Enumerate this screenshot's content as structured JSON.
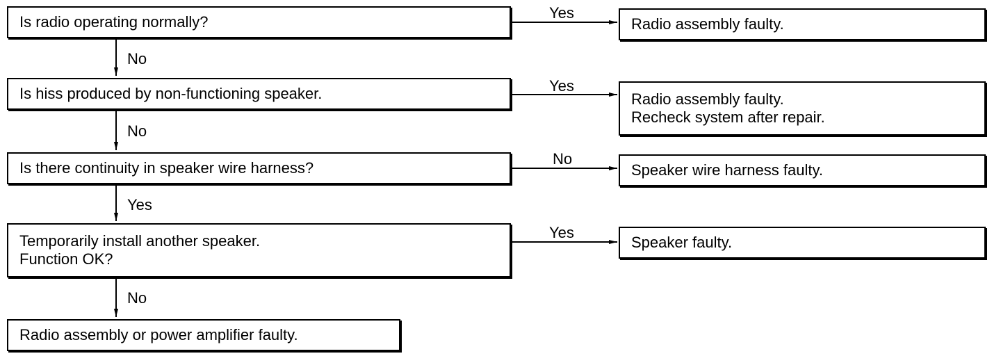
{
  "questions": [
    {
      "lines": [
        "Is radio operating normally?"
      ]
    },
    {
      "lines": [
        "Is hiss produced by non-functioning speaker."
      ]
    },
    {
      "lines": [
        "Is there continuity in speaker wire harness?"
      ]
    },
    {
      "lines": [
        "Temporarily install another speaker.",
        "Function OK?"
      ]
    },
    {
      "lines": [
        "Radio assembly or power amplifier faulty."
      ]
    }
  ],
  "results": [
    {
      "lines": [
        "Radio assembly faulty."
      ]
    },
    {
      "lines": [
        "Radio assembly faulty.",
        "Recheck system after repair."
      ]
    },
    {
      "lines": [
        "Speaker wire harness faulty."
      ]
    },
    {
      "lines": [
        "Speaker faulty."
      ]
    }
  ],
  "branch_labels": [
    "Yes",
    "Yes",
    "No",
    "Yes"
  ],
  "down_labels": [
    "No",
    "No",
    "Yes",
    "No"
  ]
}
